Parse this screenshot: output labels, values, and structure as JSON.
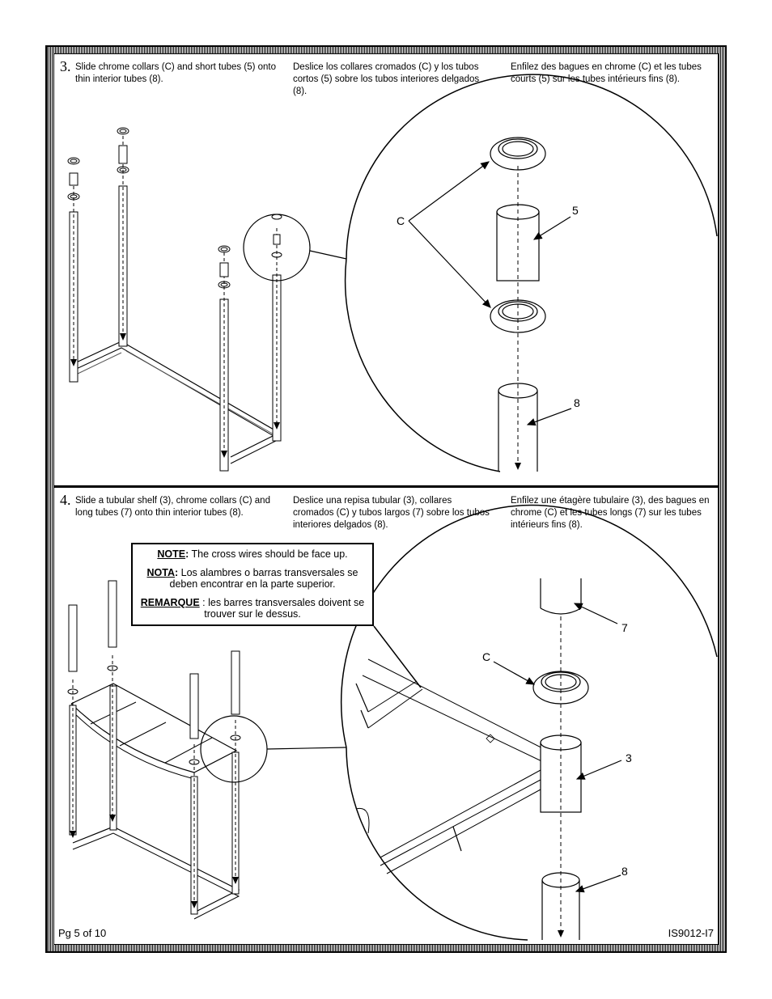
{
  "step3": {
    "number": "3.",
    "en": "Slide chrome collars (C) and short tubes (5) onto thin interior tubes (8).",
    "es": "Deslice los collares cromados (C) y los tubos cortos (5) sobre los tubos interiores delgados (8).",
    "fr": "Enfilez des bagues en chrome (C) et les tubes courts (5) sur les tubes intérieurs fins (8).",
    "callouts": {
      "collar": "C",
      "short_tube": "5",
      "interior_tube": "8"
    }
  },
  "step4": {
    "number": "4.",
    "en": "Slide a tubular shelf (3), chrome collars (C) and long tubes (7) onto thin interior tubes (8).",
    "es": "Deslice una repisa tubular (3), collares cromados (C) y tubos largos (7) sobre los tubos interiores delgados (8).",
    "fr": "Enfilez une étagère tubulaire (3), des bagues en chrome (C) et les tubes longs (7) sur les tubes intérieurs fins (8).",
    "callouts": {
      "long_tube": "7",
      "collar": "C",
      "shelf": "3",
      "interior_tube": "8"
    }
  },
  "note": {
    "en_label": "NOTE",
    "en_text": "The cross wires should be face up.",
    "es_label": "NOTA",
    "es_text": "Los alambres o barras transversales se deben encontrar en la parte superior.",
    "fr_label": "REMARQUE",
    "fr_text": "les barres transversales doivent se trouver sur le dessus."
  },
  "footer": {
    "page": "Pg 5 of 10",
    "doc_id": "IS9012-I7"
  }
}
